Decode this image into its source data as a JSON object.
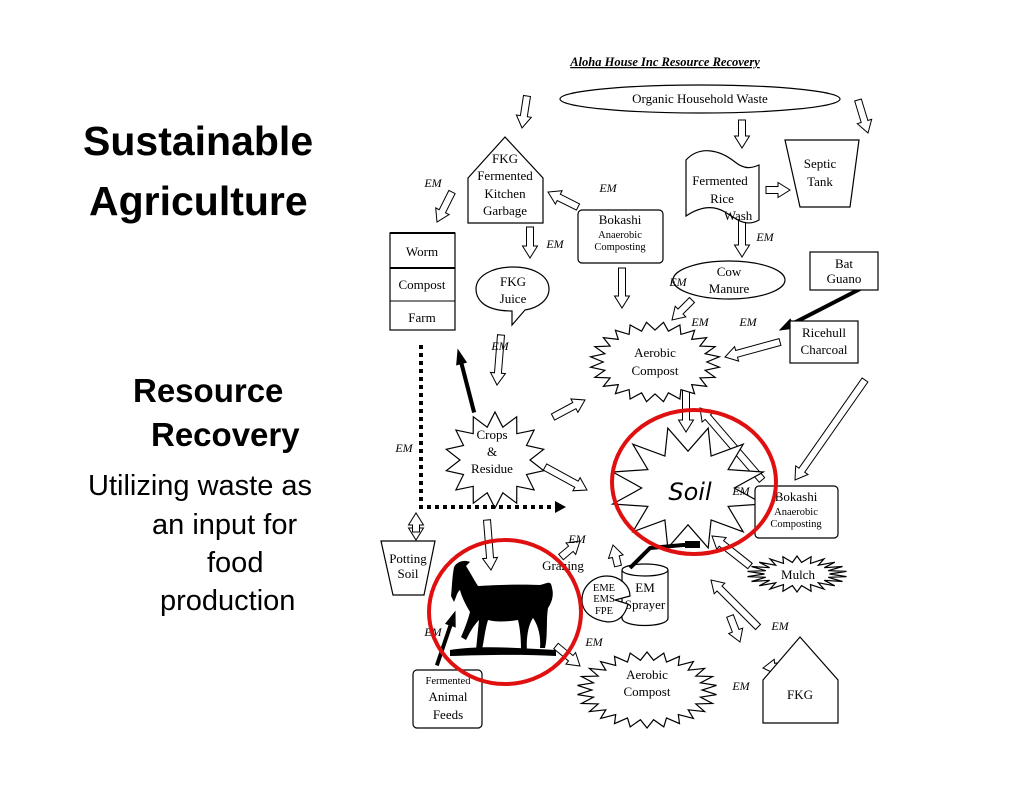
{
  "slide": {
    "title_line1": "Sustainable",
    "title_line2": "Agriculture",
    "subtitle_line1": "Resource",
    "subtitle_line2": "Recovery",
    "body_line1": "Utilizing waste as",
    "body_line2": "an input for",
    "body_line3": "food",
    "body_line4": "production"
  },
  "diagram": {
    "title": "Aloha House Inc Resource Recovery",
    "organic_waste": "Organic Household Waste",
    "fkg_house": [
      "FKG",
      "Fermented",
      "Kitchen",
      "Garbage"
    ],
    "worm_compost_farm": [
      "Worm",
      "Compost",
      "Farm"
    ],
    "fkg_juice": [
      "FKG",
      "Juice"
    ],
    "bokashi_top": [
      "Bokashi",
      "Anaerobic",
      "Composting"
    ],
    "rice_wash": [
      "Fermented",
      "Rice",
      "Wash"
    ],
    "septic_tank": [
      "Septic",
      "Tank"
    ],
    "cow_manure": [
      "Cow",
      "Manure"
    ],
    "bat_guano": [
      "Bat",
      "Guano"
    ],
    "ricehull_charcoal": [
      "Ricehull",
      "Charcoal"
    ],
    "aerobic_compost_top": [
      "Aerobic",
      "Compost"
    ],
    "crops_residue": [
      "Crops",
      "&",
      "Residue"
    ],
    "soil": "Soil",
    "bokashi_bottom": [
      "Bokashi",
      "Anaerobic",
      "Composting"
    ],
    "mulch": "Mulch",
    "em_sprayer": [
      "EM",
      "Sprayer"
    ],
    "eme_bubble": [
      "EME",
      "EMS",
      "FPE"
    ],
    "potting_soil": [
      "Potting",
      "Soil"
    ],
    "grazing": "Grazing",
    "animal_feeds": [
      "Fermented",
      "Animal",
      "Feeds"
    ],
    "aerobic_compost_bottom": [
      "Aerobic",
      "Compost"
    ],
    "fkg_bottom": "FKG",
    "em_label": "EM"
  },
  "colors": {
    "highlight_circle": "#e01010"
  }
}
